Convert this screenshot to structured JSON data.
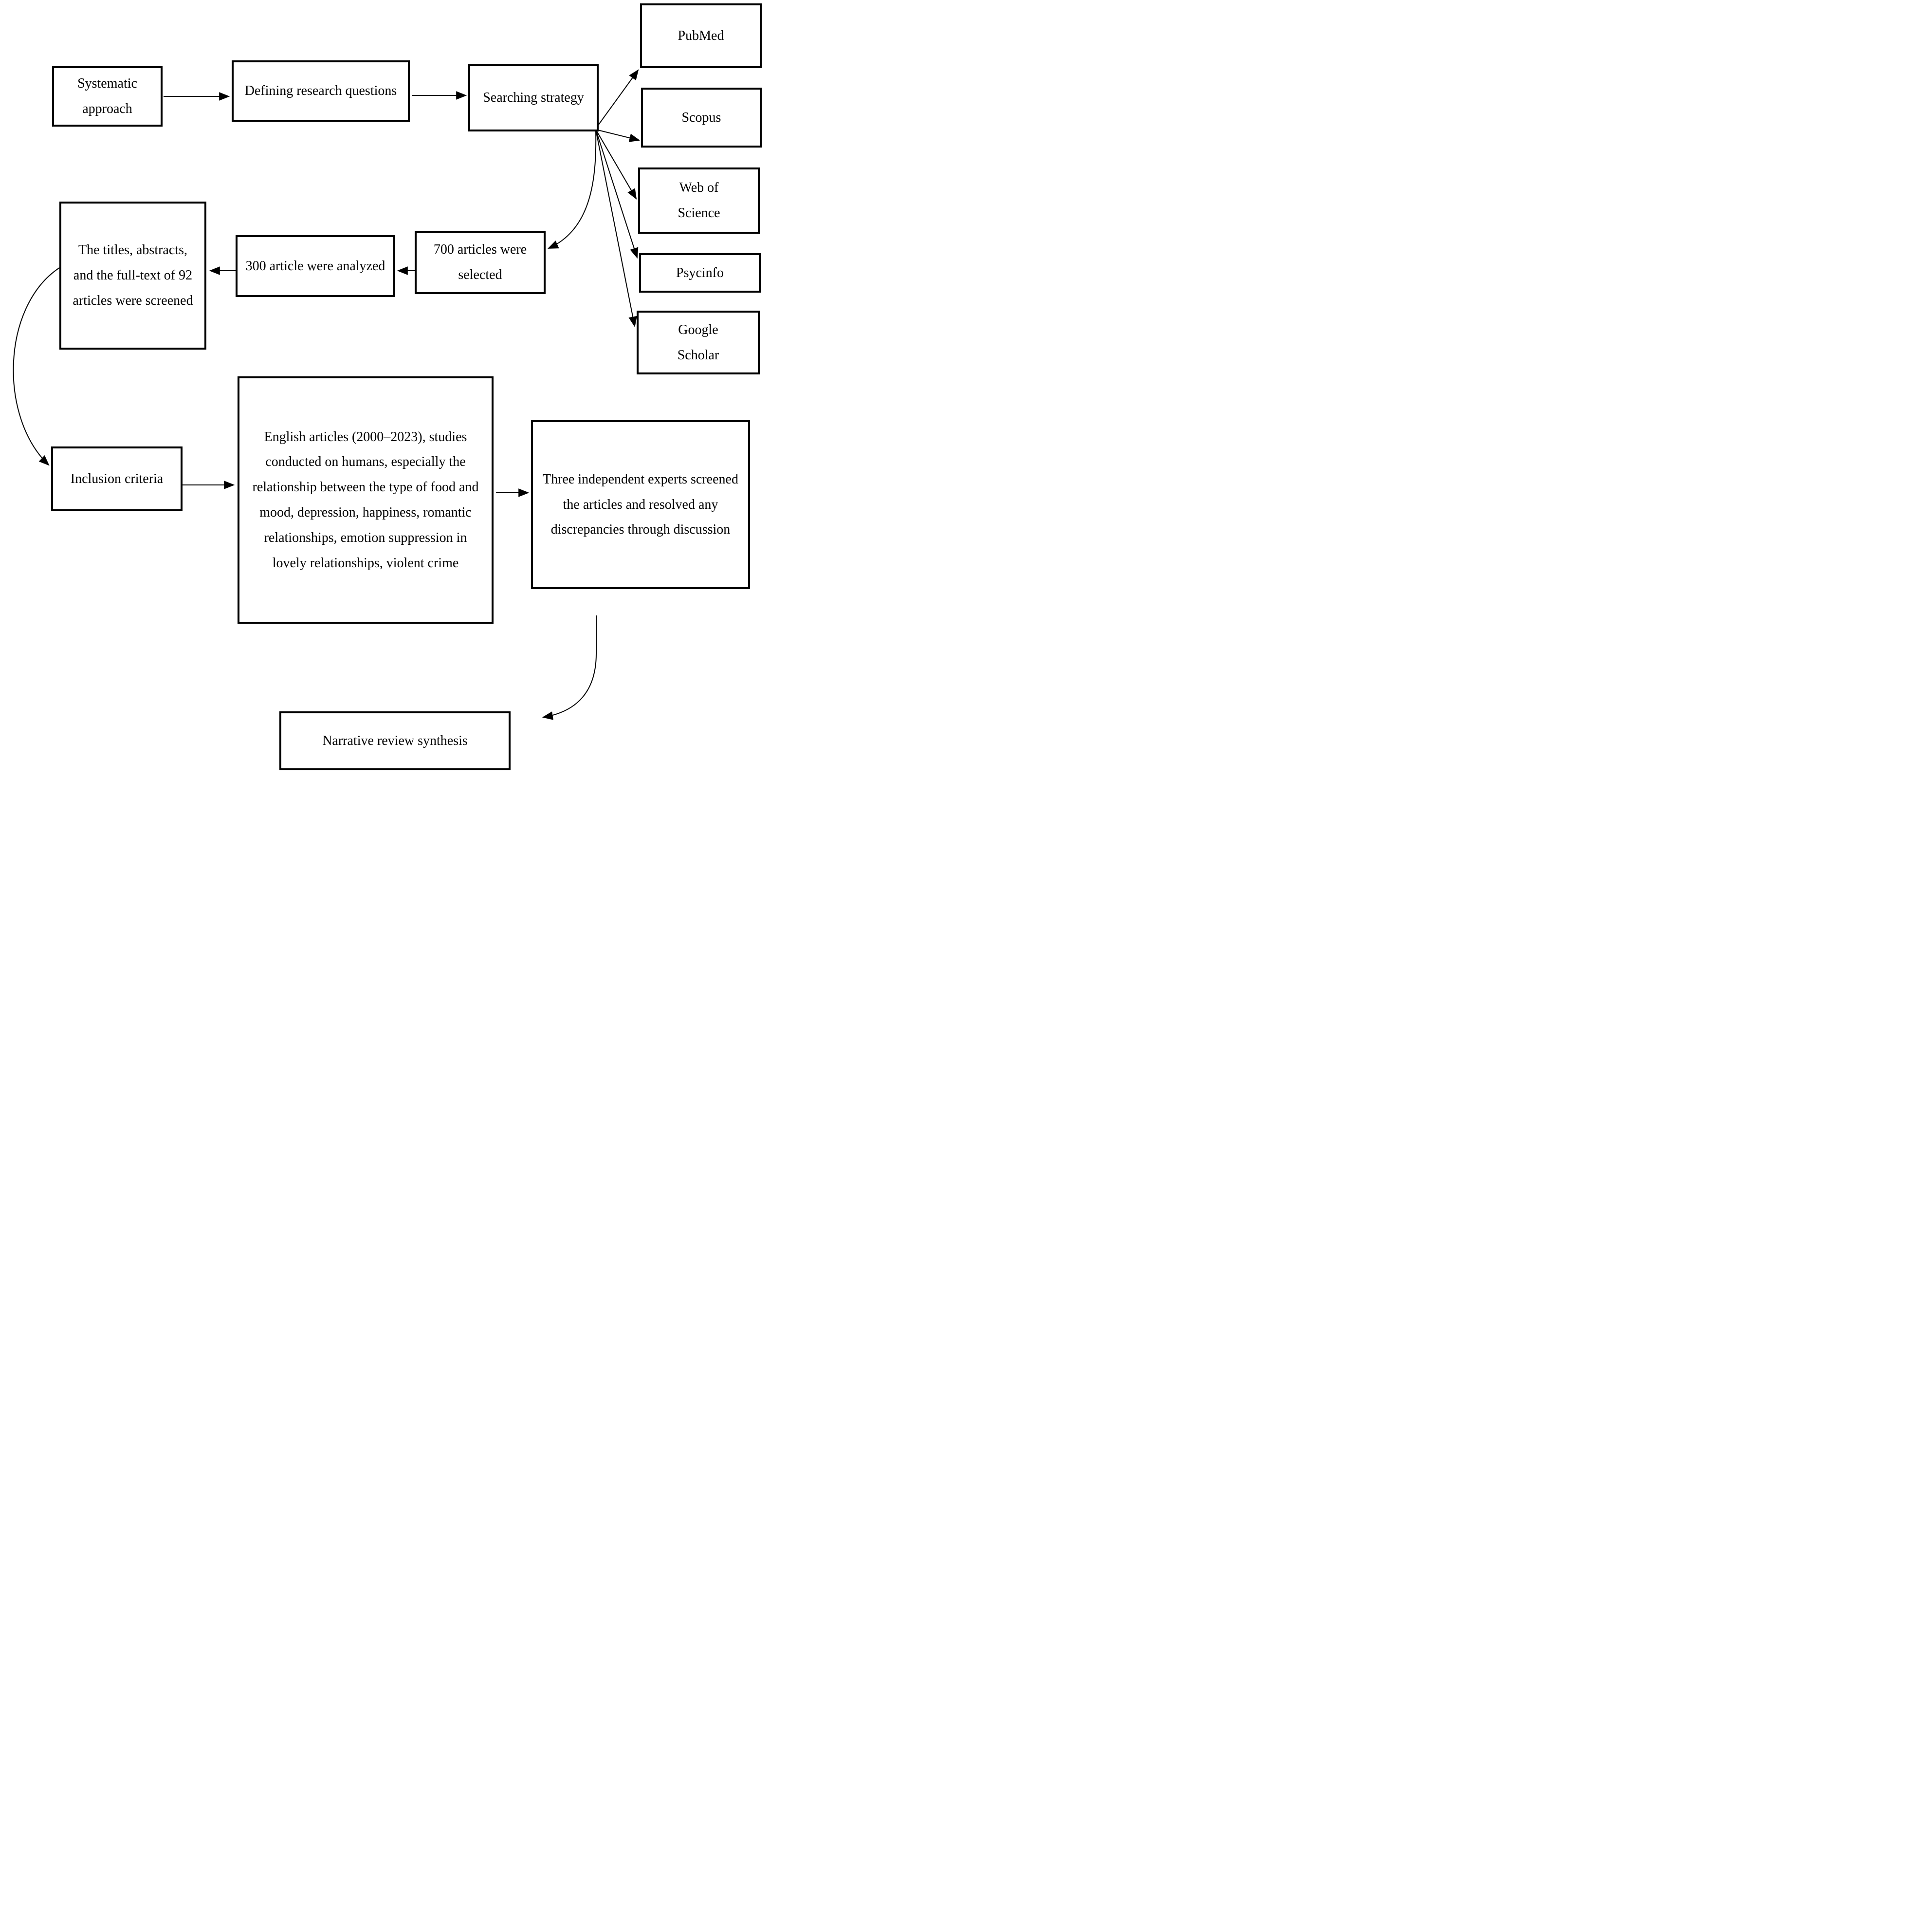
{
  "figure": {
    "background_color": "#ffffff",
    "line_color": "#000000",
    "type": "flowchart"
  },
  "nodes": {
    "systematic_approach": "Systematic approach",
    "defining_research_questions": "Defining research questions",
    "searching_strategy": "Searching strategy",
    "pubmed": "PubMed",
    "scopus": "Scopus",
    "web_of_science": "Web of Science",
    "psycinfo": "Psycinfo",
    "google_scholar": "Google Scholar",
    "articles_selected": "700 articles were selected",
    "articles_analyzed": "300 article were analyzed",
    "articles_screened": "The titles, abstracts, and the full-text of 92 articles were screened",
    "inclusion_criteria": "Inclusion criteria",
    "inclusion_criteria_detail": "English articles (2000–2023), studies conducted on humans, especially the relationship between the type of food and mood, depression, happiness, romantic relationships, emotion suppression in lovely relationships, violent crime",
    "expert_screening": "Three independent experts screened the articles and resolved any discrepancies through discussion",
    "narrative_synthesis": "Narrative review synthesis"
  },
  "edges": [
    {
      "from": "systematic_approach",
      "to": "defining_research_questions"
    },
    {
      "from": "defining_research_questions",
      "to": "searching_strategy"
    },
    {
      "from": "searching_strategy",
      "to": "pubmed"
    },
    {
      "from": "searching_strategy",
      "to": "scopus"
    },
    {
      "from": "searching_strategy",
      "to": "web_of_science"
    },
    {
      "from": "searching_strategy",
      "to": "psycinfo"
    },
    {
      "from": "searching_strategy",
      "to": "google_scholar"
    },
    {
      "from": "searching_strategy",
      "to": "articles_selected"
    },
    {
      "from": "articles_selected",
      "to": "articles_analyzed"
    },
    {
      "from": "articles_analyzed",
      "to": "articles_screened"
    },
    {
      "from": "articles_screened",
      "to": "inclusion_criteria"
    },
    {
      "from": "inclusion_criteria",
      "to": "inclusion_criteria_detail"
    },
    {
      "from": "inclusion_criteria_detail",
      "to": "expert_screening"
    },
    {
      "from": "expert_screening",
      "to": "narrative_synthesis"
    }
  ]
}
